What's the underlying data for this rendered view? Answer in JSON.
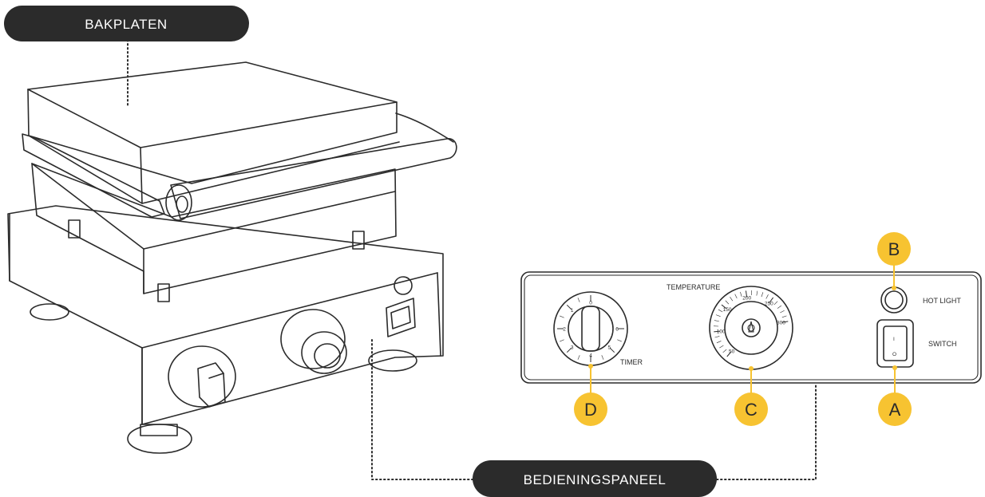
{
  "labels": {
    "plates": "BAKPLATEN",
    "panel": "BEDIENINGSPANEEL"
  },
  "panel": {
    "temperature": "TEMPERATURE",
    "timer": "TIMER",
    "hot_light": "HOT LIGHT",
    "switch": "SWITCH",
    "switch_on": "I",
    "switch_off": "O"
  },
  "timer_dial": [
    "0",
    "1",
    "2",
    "3",
    "4",
    "5",
    "6"
  ],
  "temperature_dial": [
    "50",
    "100",
    "150",
    "200",
    "250",
    "300"
  ],
  "badges": {
    "a": "A",
    "b": "B",
    "c": "C",
    "d": "D"
  },
  "colors": {
    "dark": "#2b2b2b",
    "badge": "#f7c331",
    "white": "#ffffff"
  }
}
